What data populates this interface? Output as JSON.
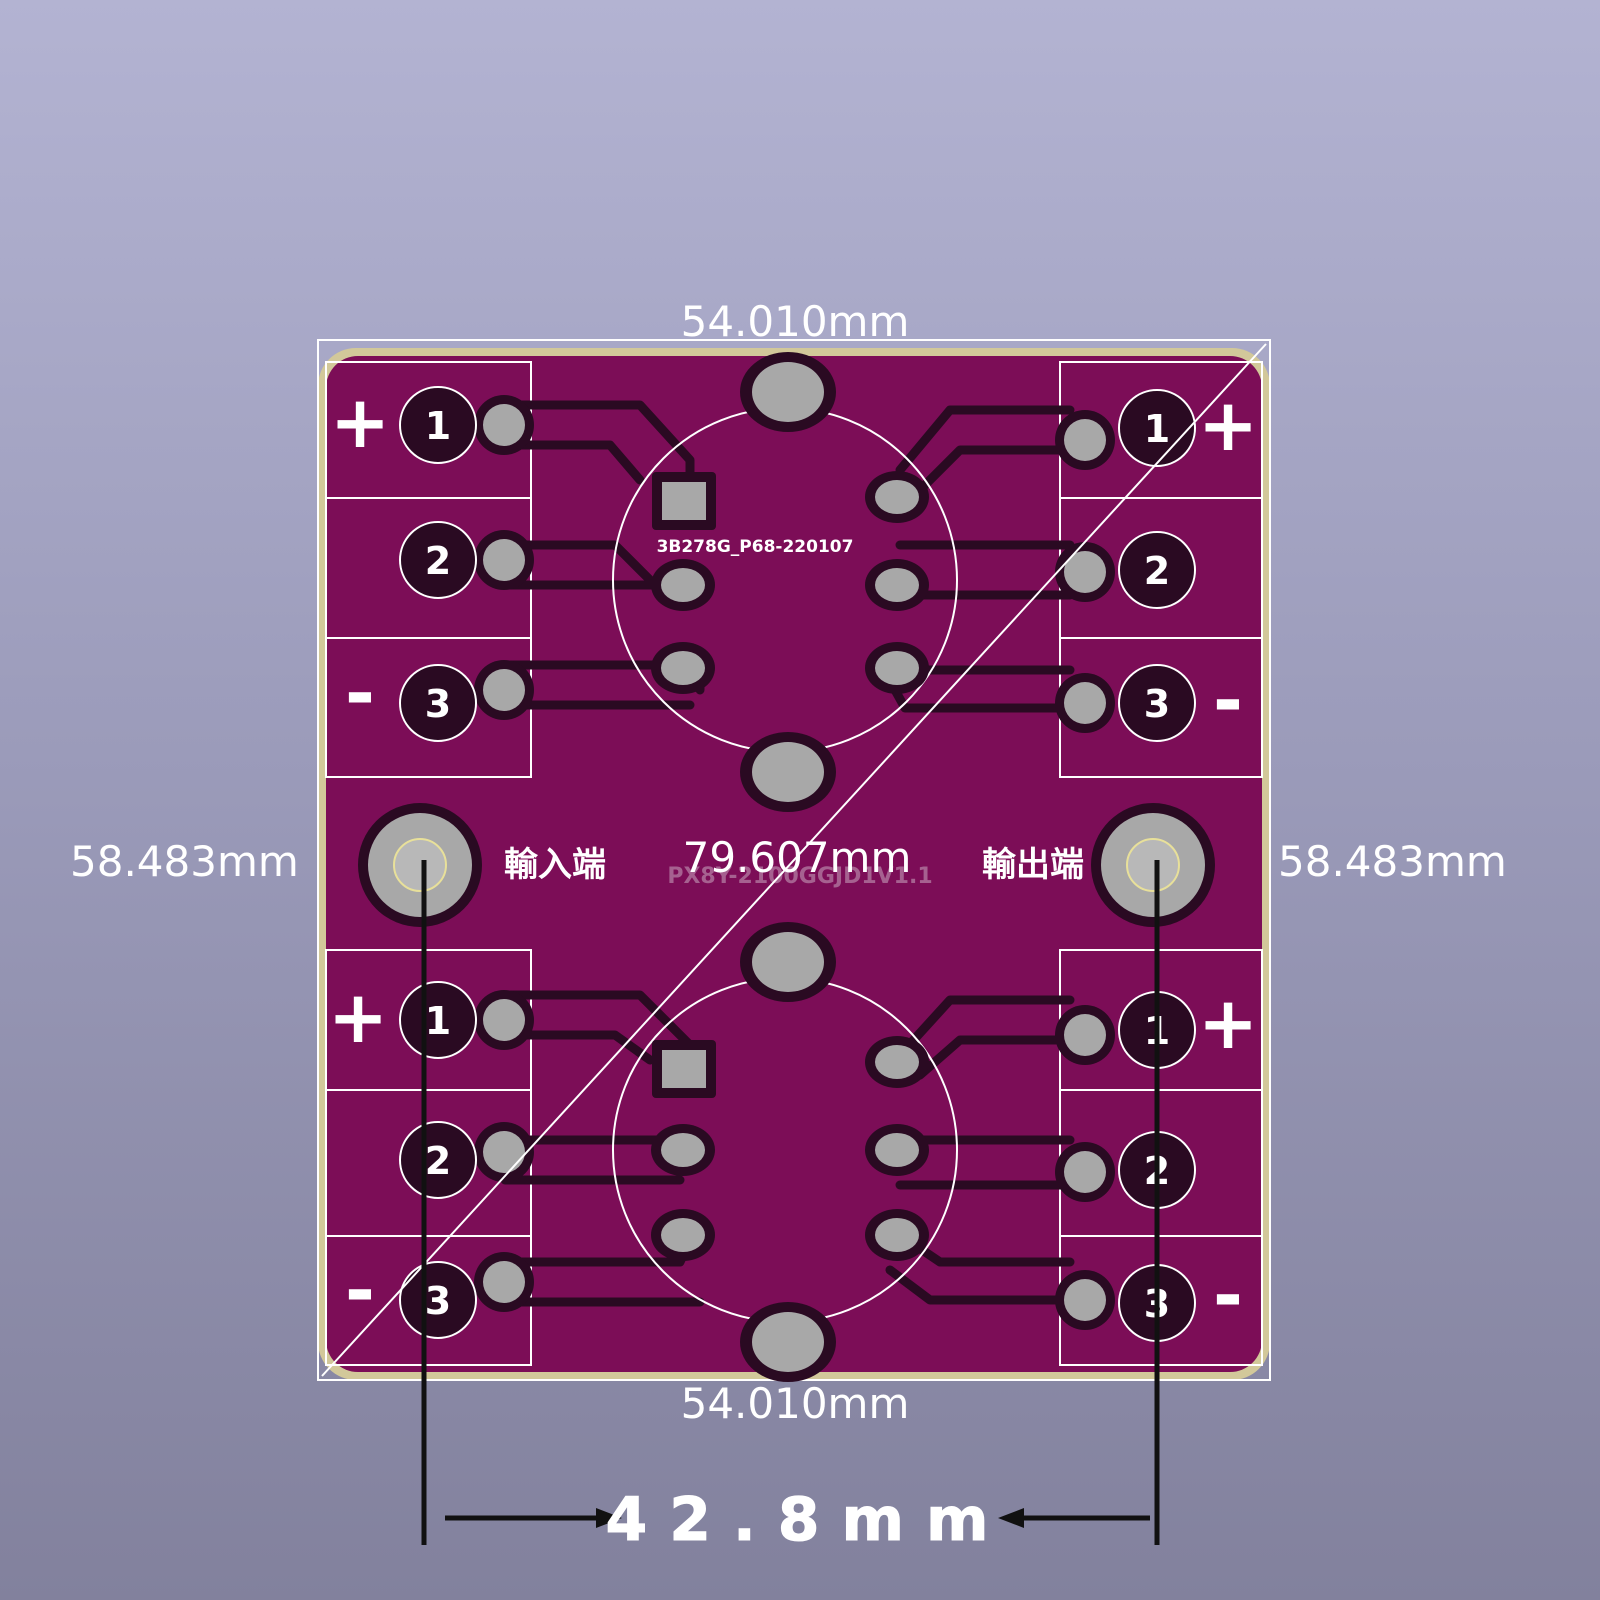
{
  "dimensions": {
    "top_width": "54.010mm",
    "bottom_width": "54.010mm",
    "left_height": "58.483mm",
    "right_height": "58.483mm",
    "diagonal": "79.607mm",
    "pitch": "42.8mm"
  },
  "board": {
    "part_code": "3B278G_P68-220107",
    "silk_title": "PX8Y-2100GGJD1V1.1",
    "input_label": "輸入端",
    "output_label": "輸出端",
    "plus_sign": "+",
    "minus_sign": "-",
    "pin_numbers": [
      "1",
      "2",
      "3"
    ]
  },
  "colors": {
    "board": "#7c0d57",
    "copper_trace": "#2a0a22",
    "pad": "#a8a8a8",
    "silkscreen": "#ffffff",
    "edge": "#d2c89a"
  }
}
